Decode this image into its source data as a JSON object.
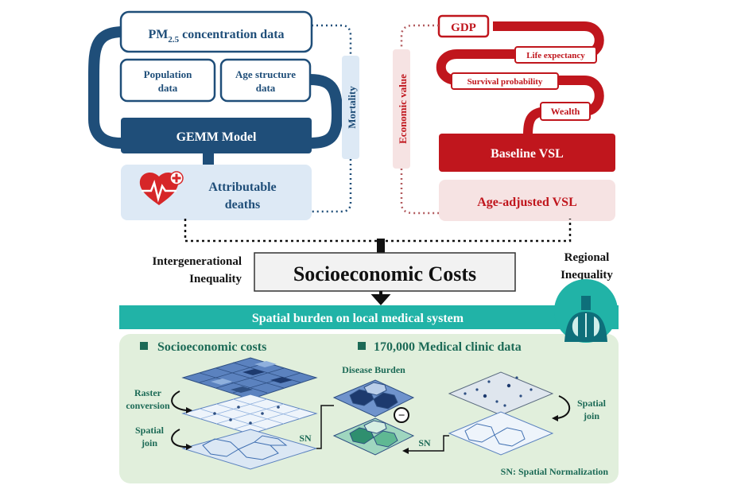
{
  "left_panel": {
    "pm_label": "PM",
    "pm_subscript": "2.5",
    "pm_suffix": " concentration data",
    "population": [
      "Population",
      "data"
    ],
    "age_structure": [
      "Age structure",
      "data"
    ],
    "gemm": "GEMM Model",
    "mortality": "Mortality",
    "attributable": [
      "Attributable",
      "deaths"
    ],
    "heart_icon": "heart-pulse-icon"
  },
  "right_panel": {
    "gdp": "GDP",
    "life_expectancy": "Life expectancy",
    "survival_probability": "Survival probability",
    "wealth": "Wealth",
    "economic_value": "Economic value",
    "baseline_vsl": "Baseline VSL",
    "age_adjusted_vsl": "Age-adjusted VSL"
  },
  "middle": {
    "intergenerational": [
      "Intergenerational",
      "Inequality"
    ],
    "regional": [
      "Regional",
      "Inequality"
    ],
    "socioeconomic_costs": "Socioeconomic Costs"
  },
  "bottom": {
    "banner": "Spatial burden on local medical system",
    "legend_costs": "Socioeconomic costs",
    "legend_clinics": "170,000 Medical clinic data",
    "raster_conversion": [
      "Raster",
      "conversion"
    ],
    "spatial_join_left": [
      "Spatial",
      "join"
    ],
    "spatial_join_right": [
      "Spatial",
      "join"
    ],
    "sn_left": "SN",
    "sn_right": "SN",
    "disease_burden": "Disease Burden",
    "minus_symbol": "−",
    "sn_note": "SN: Spatial Normalization",
    "body_icon": "lungs-body-icon"
  },
  "colors": {
    "navy": "#1f4e79",
    "navy_light": "#dde9f5",
    "red": "#c0161d",
    "red_light": "#f6e3e3",
    "teal": "#21b3a7",
    "green_bg": "#e1efdc",
    "green_text": "#1c6a56"
  }
}
